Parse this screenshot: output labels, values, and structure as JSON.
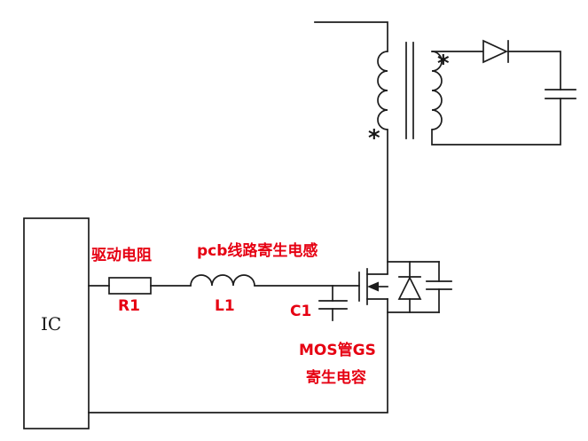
{
  "colors": {
    "wire": "#1c1c1c",
    "annotation": "#e60012",
    "background": "#ffffff"
  },
  "ic": {
    "label": "IC"
  },
  "gate_network": {
    "resistor_annotation": "驱动电阻",
    "resistor_ref": "R1",
    "inductor_annotation": "pcb线路寄生电感",
    "inductor_ref": "L1",
    "capacitor_ref": "C1",
    "capacitor_annotation_line1": "MOS管GS",
    "capacitor_annotation_line2": "寄生电容"
  },
  "transformer": {
    "primary_mark": "*",
    "secondary_mark": "*"
  }
}
